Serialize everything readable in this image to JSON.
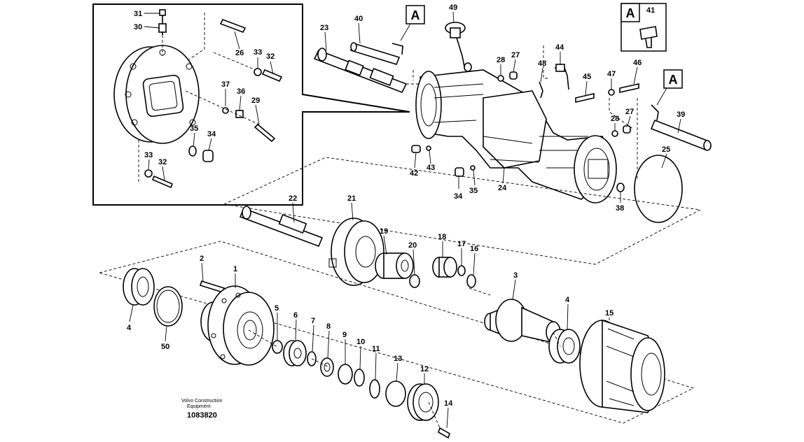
{
  "footer": {
    "company_line1": "Volvo Construction",
    "company_line2": "Equipment",
    "drawing_number": "1083820"
  },
  "ref_box_letter": "A",
  "labels": [
    {
      "id": "31",
      "text": "31"
    },
    {
      "id": "30",
      "text": "30"
    },
    {
      "id": "26",
      "text": "26"
    },
    {
      "id": "33a",
      "text": "33"
    },
    {
      "id": "32a",
      "text": "32"
    },
    {
      "id": "37",
      "text": "37"
    },
    {
      "id": "36",
      "text": "36"
    },
    {
      "id": "29",
      "text": "29"
    },
    {
      "id": "35a",
      "text": "35"
    },
    {
      "id": "34a",
      "text": "34"
    },
    {
      "id": "33b",
      "text": "33"
    },
    {
      "id": "32b",
      "text": "32"
    },
    {
      "id": "23",
      "text": "23"
    },
    {
      "id": "40",
      "text": "40"
    },
    {
      "id": "49",
      "text": "49"
    },
    {
      "id": "28a",
      "text": "28"
    },
    {
      "id": "27a",
      "text": "27"
    },
    {
      "id": "44",
      "text": "44"
    },
    {
      "id": "48",
      "text": "48"
    },
    {
      "id": "45",
      "text": "45"
    },
    {
      "id": "47",
      "text": "47"
    },
    {
      "id": "46",
      "text": "46"
    },
    {
      "id": "41",
      "text": "41"
    },
    {
      "id": "28b",
      "text": "28"
    },
    {
      "id": "27b",
      "text": "27"
    },
    {
      "id": "39",
      "text": "39"
    },
    {
      "id": "25",
      "text": "25"
    },
    {
      "id": "42",
      "text": "42"
    },
    {
      "id": "43",
      "text": "43"
    },
    {
      "id": "34b",
      "text": "34"
    },
    {
      "id": "35b",
      "text": "35"
    },
    {
      "id": "24",
      "text": "24"
    },
    {
      "id": "38",
      "text": "38"
    },
    {
      "id": "22",
      "text": "22"
    },
    {
      "id": "21",
      "text": "21"
    },
    {
      "id": "19",
      "text": "19"
    },
    {
      "id": "20",
      "text": "20"
    },
    {
      "id": "18",
      "text": "18"
    },
    {
      "id": "17",
      "text": "17"
    },
    {
      "id": "16",
      "text": "16"
    },
    {
      "id": "3",
      "text": "3"
    },
    {
      "id": "2",
      "text": "2"
    },
    {
      "id": "1",
      "text": "1"
    },
    {
      "id": "4a",
      "text": "4"
    },
    {
      "id": "50",
      "text": "50"
    },
    {
      "id": "5",
      "text": "5"
    },
    {
      "id": "6",
      "text": "6"
    },
    {
      "id": "7",
      "text": "7"
    },
    {
      "id": "8",
      "text": "8"
    },
    {
      "id": "9",
      "text": "9"
    },
    {
      "id": "10",
      "text": "10"
    },
    {
      "id": "11",
      "text": "11"
    },
    {
      "id": "13",
      "text": "13"
    },
    {
      "id": "12",
      "text": "12"
    },
    {
      "id": "14",
      "text": "14"
    },
    {
      "id": "4b",
      "text": "4"
    },
    {
      "id": "15",
      "text": "15"
    }
  ]
}
